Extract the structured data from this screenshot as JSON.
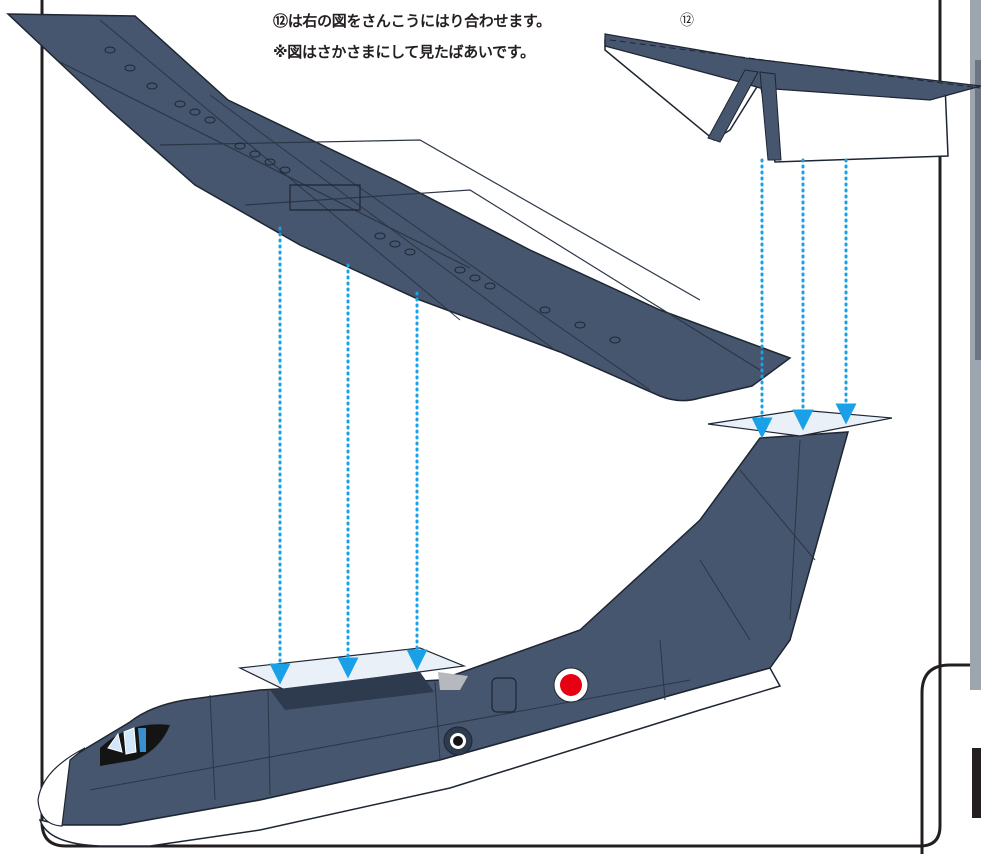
{
  "instructions": {
    "line1": "⑫は右の図をさんこうにはり合わせます。",
    "line2": "※図はさかさまにして見たばあいです。"
  },
  "part_label": "⑫",
  "colors": {
    "aircraft_body": "#46566f",
    "aircraft_dark": "#2e3a4d",
    "panel_line": "#1e2633",
    "tab_paper": "#e9f0f8",
    "guide_arrow": "#1aa0e6",
    "hinomaru": "#e60012",
    "frame": "#231f20"
  }
}
